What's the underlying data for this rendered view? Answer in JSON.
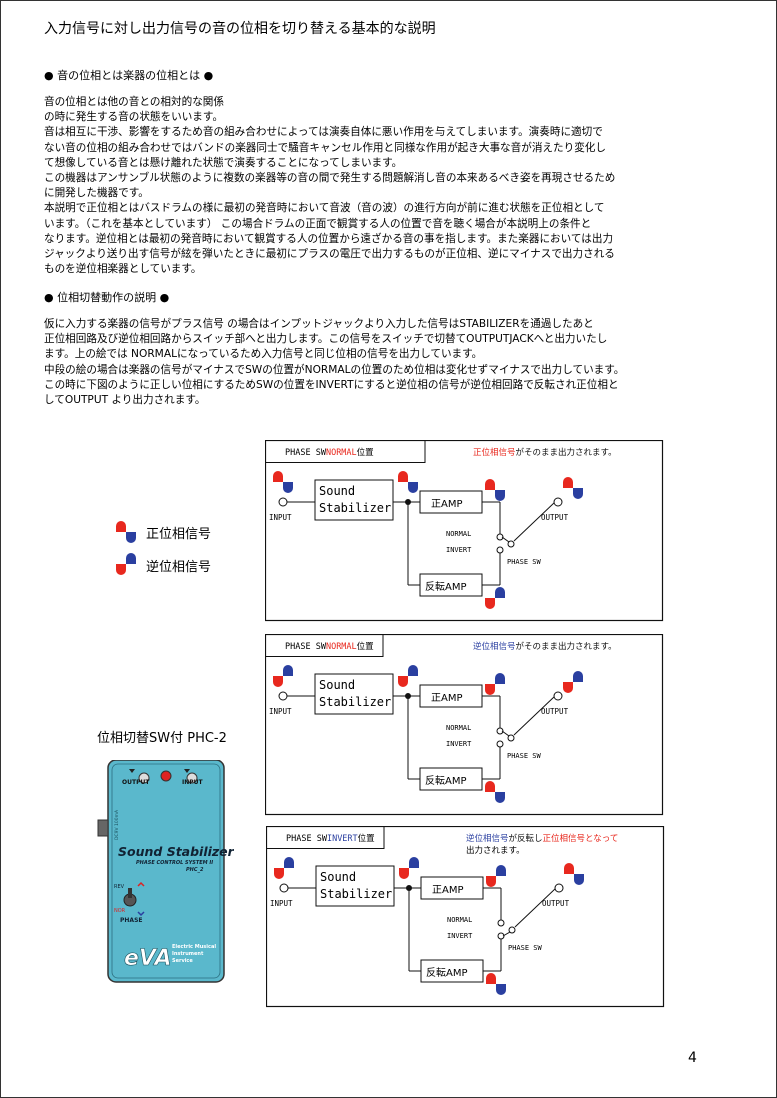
{
  "title": "入力信号に対し出力信号の音の位相を切り替える基本的な説明",
  "section1": {
    "heading": "●  音の位相とは楽器の位相とは  ●",
    "lines": [
      "音の位相とは他の音との相対的な関係",
      "の時に発生する音の状態をいいます。",
      "音は相互に干渉、影響をするため音の組み合わせによっては演奏自体に悪い作用を与えてしまいます。演奏時に適切で",
      "ない音の位相の組み合わせではバンドの楽器同士で騒音キャンセル作用と同様な作用が起き大事な音が消えたり変化し",
      "て想像している音とは懸け離れた状態で演奏することになってしまいます。",
      "この機器はアンサンブル状態のように複数の楽器等の音の間で発生する問題解消し音の本来あるべき姿を再現させるため",
      "に開発した機器です。",
      "本説明で正位相とはバスドラムの様に最初の発音時において音波（音の波）の進行方向が前に進む状態を正位相として",
      "います。（これを基本としています）    この場合ドラムの正面で観賞する人の位置で音を聴く場合が本説明上の条件と",
      "なります。逆位相とは最初の発音時において観賞する人の位置から遠ざかる音の事を指します。また楽器においては出力",
      "ジャックより送り出す信号が絃を弾いたときに最初にプラスの電圧で出力するものが正位相、逆にマイナスで出力される",
      "ものを逆位相楽器としています。"
    ]
  },
  "section2": {
    "heading": "●  位相切替動作の説明  ●",
    "lines": [
      "   仮に入力する楽器の信号がプラス信号   の場合はインプットジャックより入力した信号はSTABILIZERを通過したあと",
      "正位相回路及び逆位相回路からスイッチ部へと出力します。この信号をスイッチで切替てOUTPUTJACKへと出力いたし",
      "ます。上の絵では   NORMALになっているため入力信号と同じ位相の信号を出力しています。",
      "  中段の絵の場合は楽器の信号がマイナスでSWの位置がNORMALの位置のため位相は変化せずマイナスで出力しています。",
      "この時に下図のように正しい位相にするためSWの位置をINVERTにすると逆位相の信号が逆位相回路で反転され正位相と",
      "してOUTPUT より出力されます。"
    ]
  },
  "legend": {
    "positive": "正位相信号",
    "negative": "逆位相信号"
  },
  "product": {
    "title": "位相切替SW付 PHC-2",
    "output_label": "OUTPUT",
    "input_label": "INPUT",
    "name": "Sound Stabilizer",
    "subname": "PHASE CONTROL SYSTEM II",
    "model": "PHC_2",
    "switch_label": "PHASE",
    "rev_label": "REV",
    "nor_label": "NOR",
    "dc_label": "DC9V 100mA",
    "brand": "eVA",
    "brand_text_1": "Electric Musical",
    "brand_text_2": "Instrument",
    "brand_text_3": "Service"
  },
  "diagrams": [
    {
      "header_prefix": "PHASE SW ",
      "header_mode": "NORMAL",
      "header_suffix": "位置",
      "note_colored": "正位相信号",
      "note_color": "#e8281e",
      "note_rest": "がそのまま出力されます。",
      "note_colored2": "",
      "note_rest2": "",
      "note_line2": ""
    },
    {
      "header_prefix": "PHASE SW ",
      "header_mode": "NORMAL",
      "header_suffix": "位置",
      "note_colored": "逆位相信号",
      "note_color": "#2a3fa0",
      "note_rest": "がそのまま出力されます。",
      "note_colored2": "",
      "note_rest2": "",
      "note_line2": ""
    },
    {
      "header_prefix": "PHASE SW ",
      "header_mode": "INVERT",
      "header_suffix": "位置",
      "note_colored": "逆位相信号",
      "note_color": "#2a3fa0",
      "note_rest": "が反転し",
      "note_colored2": "正位相信号となって",
      "note_rest2": "",
      "note_line2": "出力されます。"
    }
  ],
  "diagram_labels": {
    "sound": "Sound",
    "stabilizer": "Stabilizer",
    "input": "INPUT",
    "output": "OUTPUT",
    "pos_amp": "正AMP",
    "inv_amp": "反転AMP",
    "normal": "NORMAL",
    "invert": "INVERT",
    "phase_sw": "PHASE SW"
  },
  "colors": {
    "red": "#e8281e",
    "blue": "#2a3fa0",
    "pedal": "#5ab8cc"
  },
  "page_number": "4"
}
